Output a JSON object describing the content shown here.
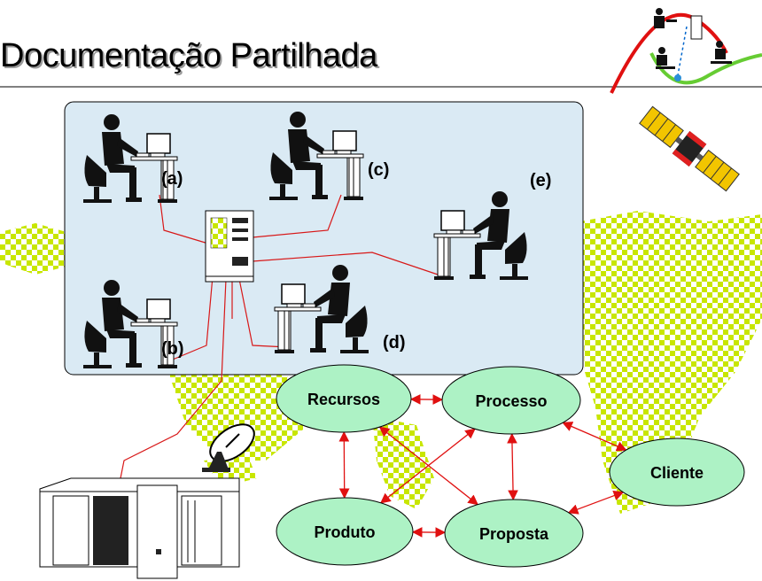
{
  "page": {
    "title": "Documentação Partilhada"
  },
  "workstations": [
    {
      "id": "a",
      "label": "(a)"
    },
    {
      "id": "b",
      "label": "(b)"
    },
    {
      "id": "c",
      "label": "(c)"
    },
    {
      "id": "d",
      "label": "(d)"
    },
    {
      "id": "e",
      "label": "(e)"
    }
  ],
  "entities": [
    {
      "id": "recursos",
      "label": "Recursos"
    },
    {
      "id": "processo",
      "label": "Processo"
    },
    {
      "id": "cliente",
      "label": "Cliente"
    },
    {
      "id": "produto",
      "label": "Produto"
    },
    {
      "id": "proposta",
      "label": "Proposta"
    }
  ],
  "relations": [
    [
      "recursos",
      "processo"
    ],
    [
      "recursos",
      "produto"
    ],
    [
      "recursos",
      "proposta"
    ],
    [
      "processo",
      "produto"
    ],
    [
      "processo",
      "proposta"
    ],
    [
      "processo",
      "cliente"
    ],
    [
      "produto",
      "proposta"
    ],
    [
      "proposta",
      "cliente"
    ]
  ],
  "colors": {
    "network_panel": "#daeaf4",
    "entity_fill": "#adf2c5",
    "arrow": "#e01010",
    "cable": "#d81818",
    "map_pattern": "#c8e600"
  }
}
